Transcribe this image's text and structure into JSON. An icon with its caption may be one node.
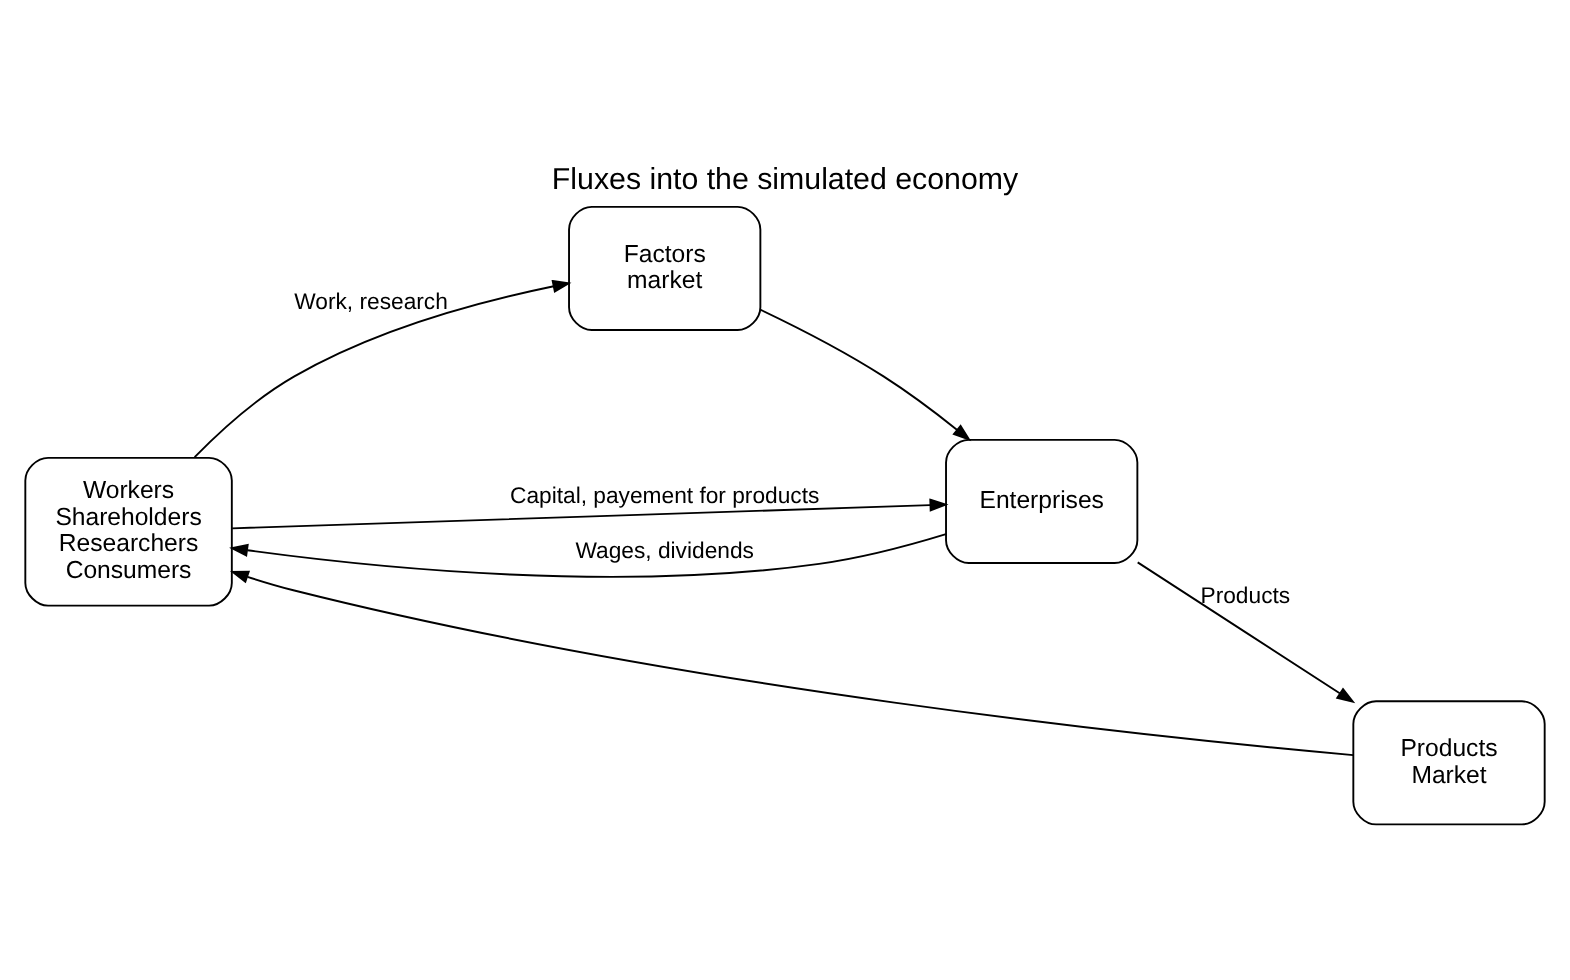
{
  "diagram": {
    "title": "Fluxes into the simulated economy",
    "nodes": [
      {
        "text": [
          "Workers Shareholders Researchers Consumers"
        ]
      },
      {
        "text": [
          "Factors market"
        ]
      },
      {
        "text": [
          "Enterprises"
        ]
      },
      {
        "text": [
          "Products Market"
        ]
      }
    ],
    "edges": [
      {
        "from": 0,
        "to": 2,
        "arrow": "to",
        "label": "Capital, payement for products"
      },
      {
        "from": 0,
        "to": 1,
        "arrow": "to",
        "label": "Work, research"
      },
      {
        "from": 1,
        "to": 2,
        "arrow": "to"
      },
      {
        "from": 2,
        "to": 0,
        "arrow": "to",
        "label": "Wages, dividends"
      },
      {
        "from": 2,
        "to": 3,
        "arrow": "to",
        "label": "Products"
      },
      {
        "from": 3,
        "to": 0,
        "arrow": "to"
      }
    ]
  }
}
